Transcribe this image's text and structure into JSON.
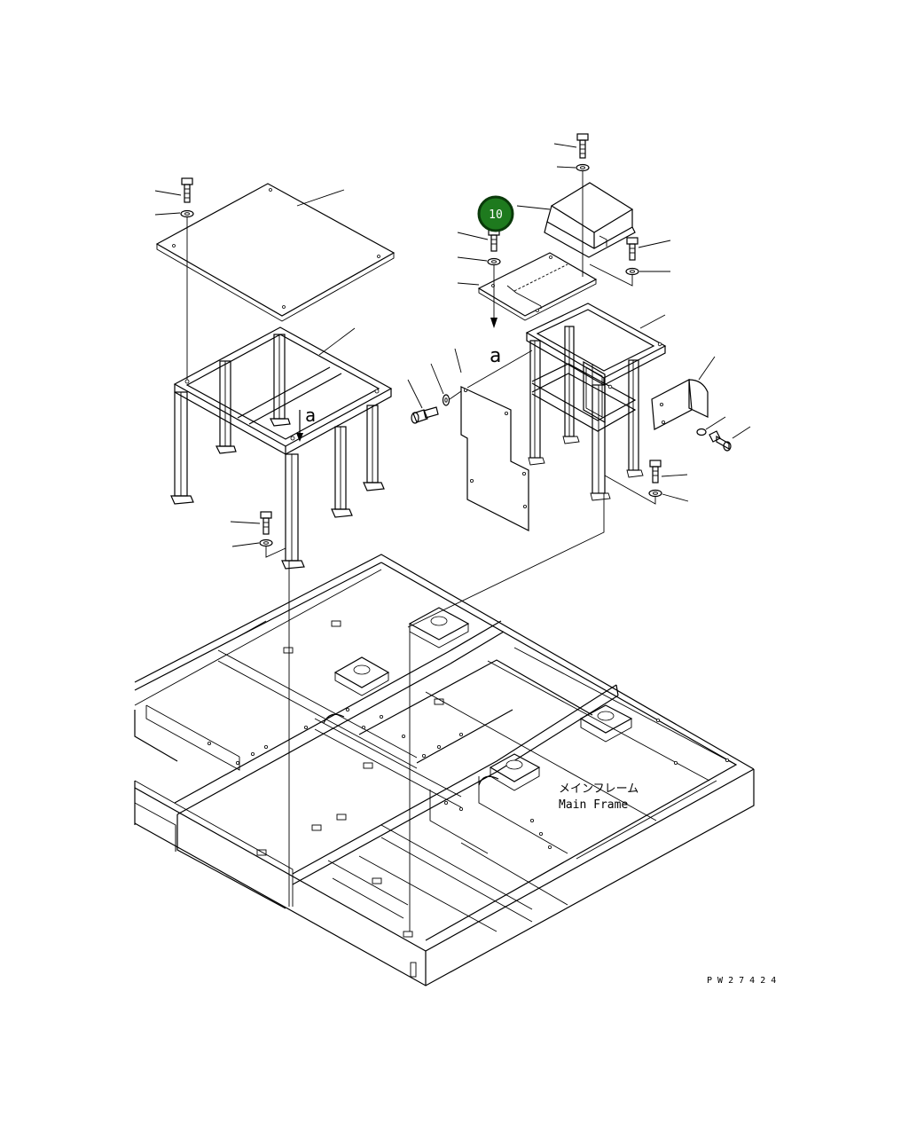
{
  "drawing": {
    "callout_number": "10",
    "callout_color": "#1e7a1e",
    "view_marker_left": "a",
    "view_marker_right": "a",
    "frame_label_jp": "メインフレーム",
    "frame_label_en": "Main Frame",
    "drawing_code": "P W 2 7 4 2 4"
  }
}
